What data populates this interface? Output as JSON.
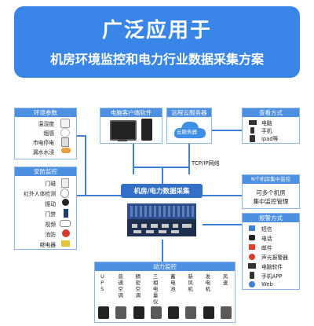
{
  "title": "广泛应用于",
  "subtitle": "机房环境监控和电力行业数据采集方案",
  "env": {
    "header": "环境参数",
    "items": [
      "温湿度",
      "烟感",
      "市电停电",
      "漏水水浸"
    ]
  },
  "client": {
    "header": "电脑客户端软件"
  },
  "remote": {
    "header": "远程云服务器",
    "cloud": "云服务器"
  },
  "view": {
    "header": "查看方式",
    "items": [
      "电脑",
      "手机",
      "ipad等"
    ]
  },
  "security": {
    "header": "安防监控",
    "items": [
      "门磁",
      "红外人体检测",
      "振动",
      "门禁",
      "视频",
      "消防",
      "继电器"
    ]
  },
  "network": {
    "label": "TCP/IP网络"
  },
  "collector": {
    "label": "机房/电力数据采集"
  },
  "nroom": {
    "header": "N个机房集中监控",
    "text1": "可多个机房",
    "text2": "集中监控管理"
  },
  "alarm": {
    "header": "报警方式",
    "items": [
      "短信",
      "电话",
      "邮件",
      "声光报警器",
      "电脑软件",
      "手机APP",
      "Web"
    ]
  },
  "power": {
    "header": "动力监控",
    "items": [
      "UPS",
      "普通空调",
      "精密空调",
      "三相电量仪",
      "蓄电池",
      "新风机",
      "发电机",
      "风速"
    ]
  }
}
